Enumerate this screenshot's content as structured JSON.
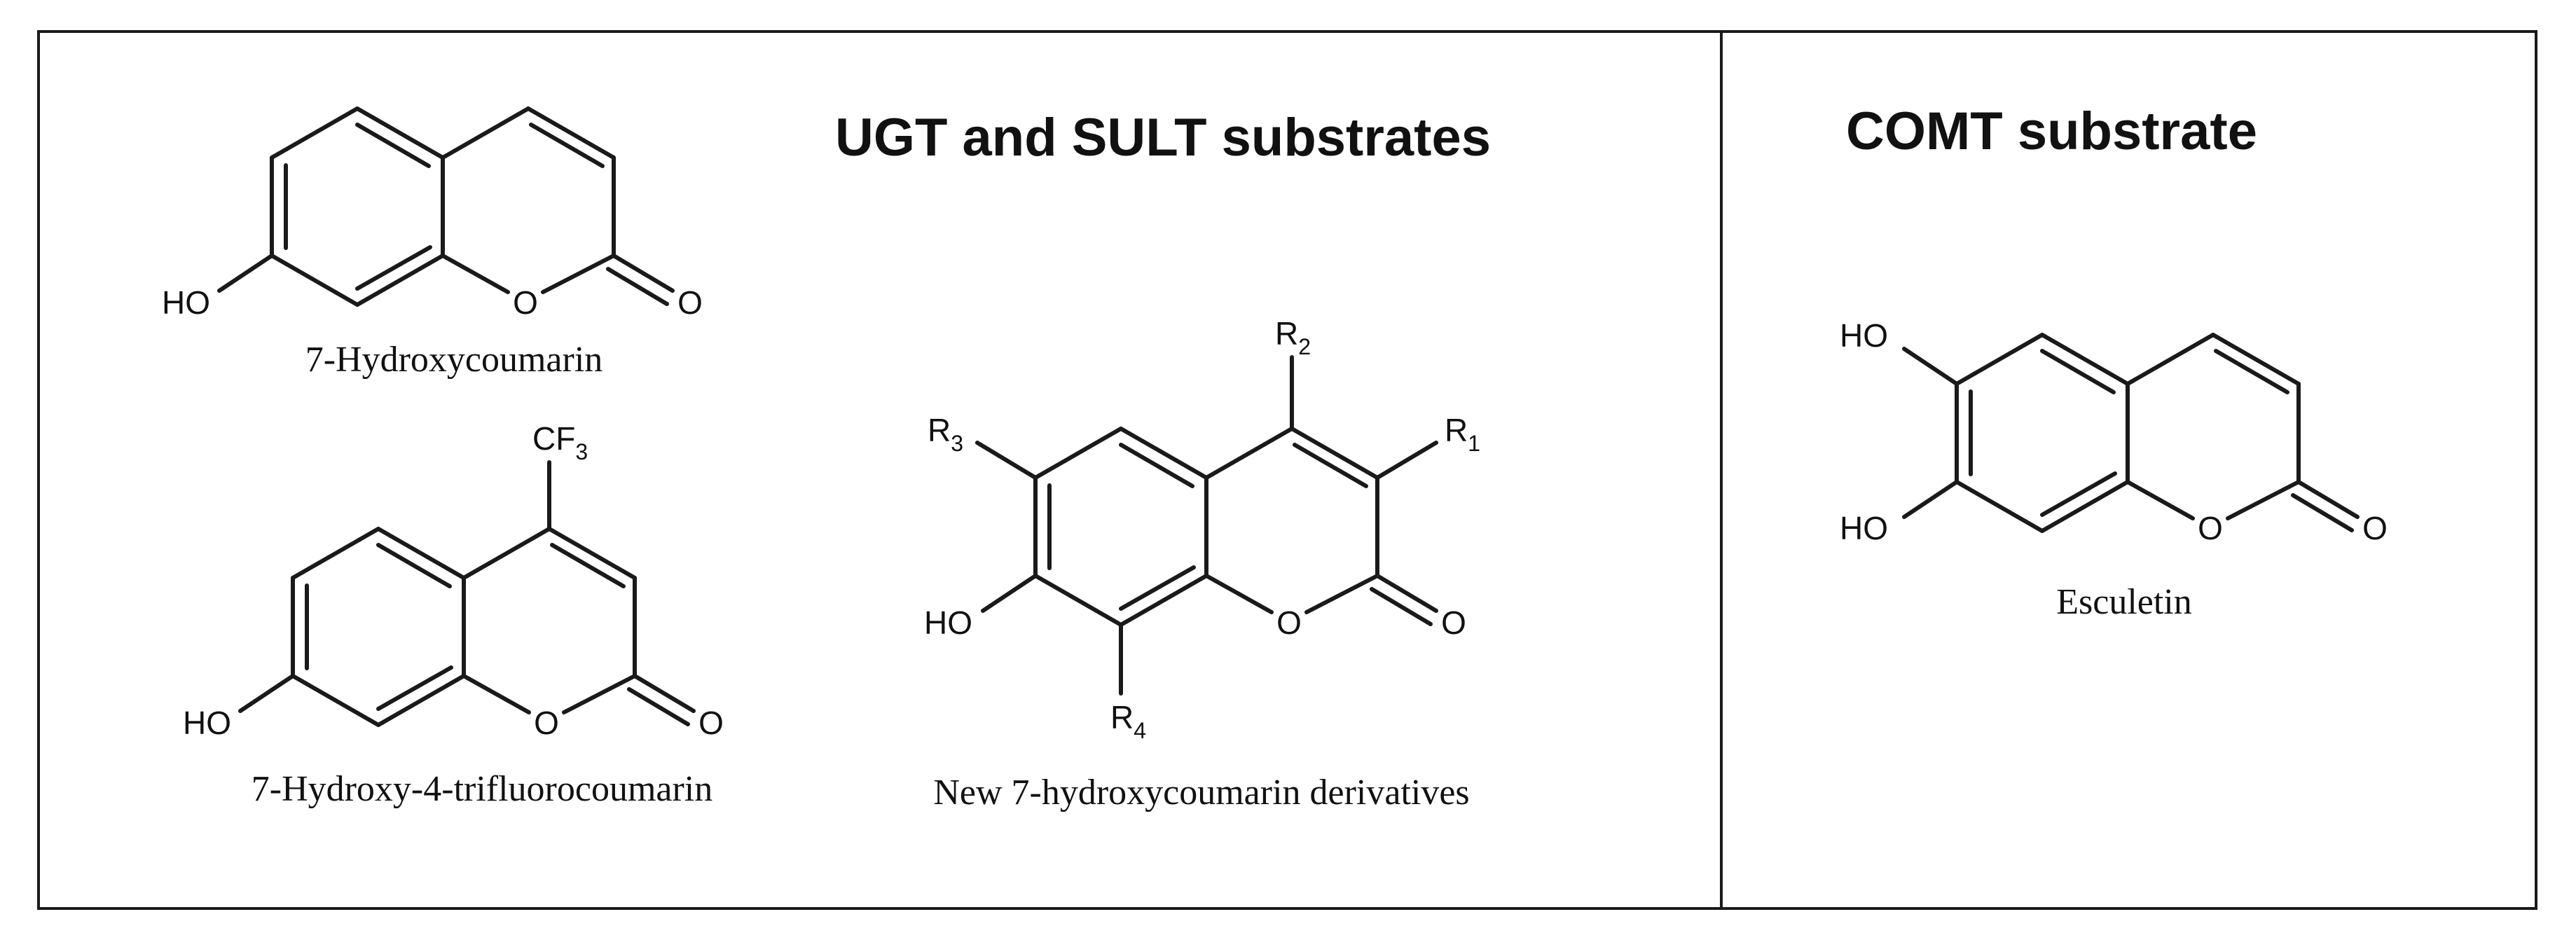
{
  "panels": {
    "left": {
      "heading": "UGT and SULT substrates",
      "molecules": {
        "hydroxycoumarin": {
          "caption": "7-Hydroxycoumarin",
          "atoms": {
            "hydroxyl": "HO",
            "ring_oxygen": "O",
            "carbonyl_oxygen": "O"
          }
        },
        "trifluoro": {
          "caption": "7-Hydroxy-4-trifluorocoumarin",
          "atoms": {
            "cf3_main": "CF",
            "cf3_sub": "3",
            "hydroxyl": "HO",
            "ring_oxygen": "O",
            "carbonyl_oxygen": "O"
          }
        },
        "derivatives": {
          "caption": "New 7-hydroxycoumarin derivatives",
          "atoms": {
            "r1": "R",
            "r1_sub": "1",
            "r2": "R",
            "r2_sub": "2",
            "r3": "R",
            "r3_sub": "3",
            "r4": "R",
            "r4_sub": "4",
            "hydroxyl": "HO",
            "ring_oxygen": "O",
            "carbonyl_oxygen": "O"
          }
        }
      }
    },
    "right": {
      "heading": "COMT substrate",
      "molecules": {
        "esculetin": {
          "caption": "Esculetin",
          "atoms": {
            "hydroxyl_top": "HO",
            "hydroxyl_bottom": "HO",
            "ring_oxygen": "O",
            "carbonyl_oxygen": "O"
          }
        }
      }
    }
  }
}
